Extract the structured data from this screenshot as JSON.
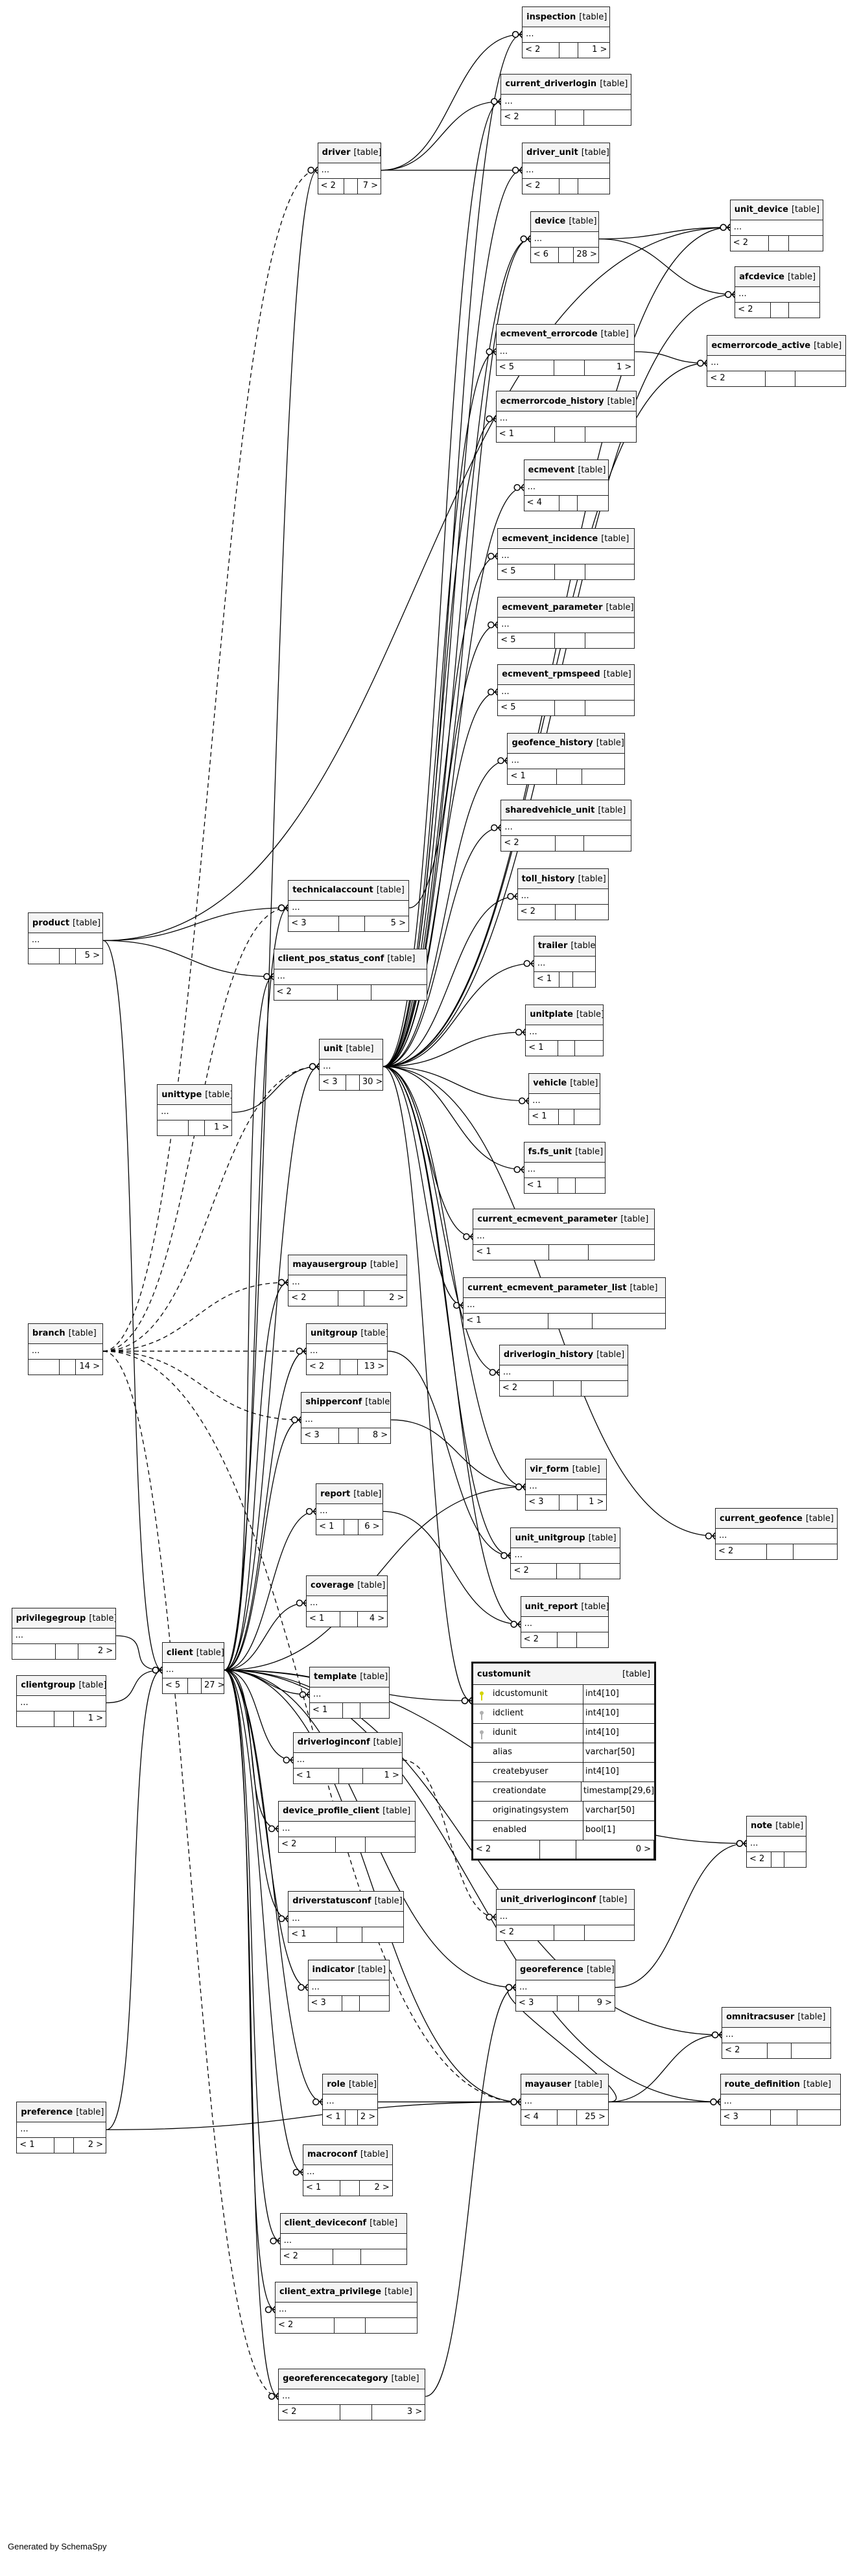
{
  "type_label": "[table]",
  "ellipsis": "...",
  "tables": [
    {
      "name": "inspection",
      "counts": [
        "< 2",
        "",
        "1 >"
      ]
    },
    {
      "name": "current_driverlogin",
      "counts": [
        "< 2",
        "",
        ""
      ]
    },
    {
      "name": "driver",
      "counts": [
        "< 2",
        "",
        "7 >"
      ]
    },
    {
      "name": "driver_unit",
      "counts": [
        "< 2",
        "",
        ""
      ]
    },
    {
      "name": "device",
      "counts": [
        "< 6",
        "",
        "28 >"
      ]
    },
    {
      "name": "unit_device",
      "counts": [
        "< 2",
        "",
        ""
      ]
    },
    {
      "name": "afcdevice",
      "counts": [
        "< 2",
        "",
        ""
      ]
    },
    {
      "name": "ecmevent_errorcode",
      "counts": [
        "< 5",
        "",
        "1 >"
      ]
    },
    {
      "name": "ecmerrorcode_active",
      "counts": [
        "< 2",
        "",
        ""
      ]
    },
    {
      "name": "ecmerrorcode_history",
      "counts": [
        "< 1",
        "",
        ""
      ]
    },
    {
      "name": "ecmevent",
      "counts": [
        "< 4",
        "",
        ""
      ]
    },
    {
      "name": "ecmevent_incidence",
      "counts": [
        "< 5",
        "",
        ""
      ]
    },
    {
      "name": "ecmevent_parameter",
      "counts": [
        "< 5",
        "",
        ""
      ]
    },
    {
      "name": "ecmevent_rpmspeed",
      "counts": [
        "< 5",
        "",
        ""
      ]
    },
    {
      "name": "geofence_history",
      "counts": [
        "< 1",
        "",
        ""
      ]
    },
    {
      "name": "sharedvehicle_unit",
      "counts": [
        "< 2",
        "",
        ""
      ]
    },
    {
      "name": "toll_history",
      "counts": [
        "< 2",
        "",
        ""
      ]
    },
    {
      "name": "technicalaccount",
      "counts": [
        "< 3",
        "",
        "5 >"
      ]
    },
    {
      "name": "product",
      "counts": [
        "",
        "",
        "5 >"
      ]
    },
    {
      "name": "client_pos_status_conf",
      "counts": [
        "< 2",
        "",
        ""
      ]
    },
    {
      "name": "trailer",
      "counts": [
        "< 1",
        "",
        ""
      ]
    },
    {
      "name": "unitplate",
      "counts": [
        "< 1",
        "",
        ""
      ]
    },
    {
      "name": "unit",
      "counts": [
        "< 3",
        "",
        "30 >"
      ]
    },
    {
      "name": "unittype",
      "counts": [
        "",
        "",
        "1 >"
      ]
    },
    {
      "name": "vehicle",
      "counts": [
        "< 1",
        "",
        ""
      ]
    },
    {
      "name": "fs.fs_unit",
      "counts": [
        "< 1",
        "",
        ""
      ]
    },
    {
      "name": "current_ecmevent_parameter",
      "counts": [
        "< 1",
        "",
        ""
      ]
    },
    {
      "name": "current_ecmevent_parameter_list",
      "counts": [
        "< 1",
        "",
        ""
      ]
    },
    {
      "name": "mayausergroup",
      "counts": [
        "< 2",
        "",
        "2 >"
      ]
    },
    {
      "name": "driverlogin_history",
      "counts": [
        "< 2",
        "",
        ""
      ]
    },
    {
      "name": "branch",
      "counts": [
        "",
        "",
        "14 >"
      ]
    },
    {
      "name": "unitgroup",
      "counts": [
        "< 2",
        "",
        "13 >"
      ]
    },
    {
      "name": "shipperconf",
      "counts": [
        "< 3",
        "",
        "8 >"
      ]
    },
    {
      "name": "vir_form",
      "counts": [
        "< 3",
        "",
        "1 >"
      ]
    },
    {
      "name": "report",
      "counts": [
        "< 1",
        "",
        "6 >"
      ]
    },
    {
      "name": "current_geofence",
      "counts": [
        "< 2",
        "",
        ""
      ]
    },
    {
      "name": "unit_unitgroup",
      "counts": [
        "< 2",
        "",
        ""
      ]
    },
    {
      "name": "coverage",
      "counts": [
        "< 1",
        "",
        "4 >"
      ]
    },
    {
      "name": "privilegegroup",
      "counts": [
        "",
        "",
        "2 >"
      ]
    },
    {
      "name": "client",
      "counts": [
        "< 5",
        "",
        "27 >"
      ]
    },
    {
      "name": "unit_report",
      "counts": [
        "< 2",
        "",
        ""
      ]
    },
    {
      "name": "template",
      "counts": [
        "< 1",
        "",
        ""
      ]
    },
    {
      "name": "clientgroup",
      "counts": [
        "",
        "",
        "1 >"
      ]
    },
    {
      "name": "driverloginconf",
      "counts": [
        "< 1",
        "",
        "1 >"
      ]
    },
    {
      "name": "device_profile_client",
      "counts": [
        "< 2",
        "",
        ""
      ]
    },
    {
      "name": "note",
      "counts": [
        "< 2",
        "",
        ""
      ]
    },
    {
      "name": "unit_driverloginconf",
      "counts": [
        "< 2",
        "",
        ""
      ]
    },
    {
      "name": "driverstatusconf",
      "counts": [
        "< 1",
        "",
        ""
      ]
    },
    {
      "name": "indicator",
      "counts": [
        "< 3",
        "",
        ""
      ]
    },
    {
      "name": "georeference",
      "counts": [
        "< 3",
        "",
        "9 >"
      ]
    },
    {
      "name": "omnitracsuser",
      "counts": [
        "< 2",
        "",
        ""
      ]
    },
    {
      "name": "role",
      "counts": [
        "< 1",
        "",
        "2 >"
      ]
    },
    {
      "name": "mayauser",
      "counts": [
        "< 4",
        "",
        "25 >"
      ]
    },
    {
      "name": "route_definition",
      "counts": [
        "< 3",
        "",
        ""
      ]
    },
    {
      "name": "preference",
      "counts": [
        "< 1",
        "",
        "2 >"
      ]
    },
    {
      "name": "macroconf",
      "counts": [
        "< 1",
        "",
        "2 >"
      ]
    },
    {
      "name": "client_deviceconf",
      "counts": [
        "< 2",
        "",
        ""
      ]
    },
    {
      "name": "client_extra_privilege",
      "counts": [
        "< 2",
        "",
        ""
      ]
    },
    {
      "name": "georeferencecategory",
      "counts": [
        "< 2",
        "",
        "3 >"
      ]
    }
  ],
  "customunit": {
    "name": "customunit",
    "columns": [
      {
        "name": "idcustomunit",
        "type": "int4[10]",
        "key": "primary"
      },
      {
        "name": "idclient",
        "type": "int4[10]",
        "key": "foreign"
      },
      {
        "name": "idunit",
        "type": "int4[10]",
        "key": "foreign"
      },
      {
        "name": "alias",
        "type": "varchar[50]",
        "key": ""
      },
      {
        "name": "createbyuser",
        "type": "int4[10]",
        "key": ""
      },
      {
        "name": "creationdate",
        "type": "timestamp[29,6]",
        "key": ""
      },
      {
        "name": "originatingsystem",
        "type": "varchar[50]",
        "key": ""
      },
      {
        "name": "enabled",
        "type": "bool[1]",
        "key": ""
      }
    ],
    "counts": [
      "< 2",
      "",
      "0 >"
    ]
  },
  "key_colors": {
    "primary": "#d4d400",
    "foreign": "#b0b0b0"
  },
  "relationships": [
    {
      "from": "driver",
      "to": "inspection"
    },
    {
      "from": "driver",
      "to": "current_driverlogin"
    },
    {
      "from": "driver",
      "to": "driver_unit"
    },
    {
      "from": "device",
      "to": "unit_device"
    },
    {
      "from": "device",
      "to": "afcdevice"
    },
    {
      "from": "ecmevent_errorcode",
      "to": "ecmerrorcode_active"
    },
    {
      "from": "unit",
      "to": "inspection"
    },
    {
      "from": "unit",
      "to": "current_driverlogin"
    },
    {
      "from": "unit",
      "to": "driver_unit"
    },
    {
      "from": "unit",
      "to": "device"
    },
    {
      "from": "unit",
      "to": "unit_device"
    },
    {
      "from": "unit",
      "to": "afcdevice"
    },
    {
      "from": "unit",
      "to": "ecmevent_errorcode"
    },
    {
      "from": "unit",
      "to": "ecmerrorcode_history"
    },
    {
      "from": "unit",
      "to": "ecmevent"
    },
    {
      "from": "unit",
      "to": "ecmevent_incidence"
    },
    {
      "from": "unit",
      "to": "ecmevent_parameter"
    },
    {
      "from": "unit",
      "to": "ecmevent_rpmspeed"
    },
    {
      "from": "unit",
      "to": "geofence_history"
    },
    {
      "from": "unit",
      "to": "sharedvehicle_unit"
    },
    {
      "from": "unit",
      "to": "toll_history"
    },
    {
      "from": "unit",
      "to": "trailer"
    },
    {
      "from": "unit",
      "to": "unitplate"
    },
    {
      "from": "unit",
      "to": "vehicle"
    },
    {
      "from": "unit",
      "to": "fs.fs_unit"
    },
    {
      "from": "unit",
      "to": "current_ecmevent_parameter"
    },
    {
      "from": "unit",
      "to": "current_ecmevent_parameter_list"
    },
    {
      "from": "unit",
      "to": "driverlogin_history"
    },
    {
      "from": "unit",
      "to": "vir_form"
    },
    {
      "from": "unit",
      "to": "unit_unitgroup"
    },
    {
      "from": "unit",
      "to": "unit_report"
    },
    {
      "from": "unit",
      "to": "customunit"
    },
    {
      "from": "unit",
      "to": "current_geofence"
    },
    {
      "from": "unit",
      "to": "ecmerrorcode_active"
    },
    {
      "from": "client",
      "to": "driver"
    },
    {
      "from": "client",
      "to": "unit"
    },
    {
      "from": "client",
      "to": "technicalaccount"
    },
    {
      "from": "client",
      "to": "client_pos_status_conf"
    },
    {
      "from": "client",
      "to": "mayausergroup"
    },
    {
      "from": "client",
      "to": "unitgroup"
    },
    {
      "from": "client",
      "to": "shipperconf"
    },
    {
      "from": "client",
      "to": "report"
    },
    {
      "from": "client",
      "to": "coverage"
    },
    {
      "from": "client",
      "to": "template"
    },
    {
      "from": "client",
      "to": "driverloginconf"
    },
    {
      "from": "client",
      "to": "device_profile_client"
    },
    {
      "from": "client",
      "to": "driverstatusconf"
    },
    {
      "from": "client",
      "to": "indicator"
    },
    {
      "from": "client",
      "to": "georeference"
    },
    {
      "from": "client",
      "to": "omnitracsuser"
    },
    {
      "from": "client",
      "to": "role"
    },
    {
      "from": "client",
      "to": "mayauser"
    },
    {
      "from": "client",
      "to": "macroconf"
    },
    {
      "from": "client",
      "to": "client_deviceconf"
    },
    {
      "from": "client",
      "to": "client_extra_privilege"
    },
    {
      "from": "client",
      "to": "georeferencecategory"
    },
    {
      "from": "client",
      "to": "customunit"
    },
    {
      "from": "client",
      "to": "route_definition"
    },
    {
      "from": "client",
      "to": "vir_form"
    },
    {
      "from": "client",
      "to": "note"
    },
    {
      "from": "product",
      "to": "technicalaccount"
    },
    {
      "from": "product",
      "to": "client_pos_status_conf"
    },
    {
      "from": "product",
      "to": "client"
    },
    {
      "from": "product",
      "to": "unit_device"
    },
    {
      "from": "branch",
      "to": "driver",
      "dashed": true
    },
    {
      "from": "branch",
      "to": "unit",
      "dashed": true
    },
    {
      "from": "branch",
      "to": "technicalaccount",
      "dashed": true
    },
    {
      "from": "branch",
      "to": "mayausergroup",
      "dashed": true
    },
    {
      "from": "branch",
      "to": "unitgroup",
      "dashed": true
    },
    {
      "from": "branch",
      "to": "shipperconf",
      "dashed": true
    },
    {
      "from": "branch",
      "to": "mayauser",
      "dashed": true
    },
    {
      "from": "branch",
      "to": "georeferencecategory",
      "dashed": true
    },
    {
      "from": "unittype",
      "to": "unit"
    },
    {
      "from": "privilegegroup",
      "to": "client"
    },
    {
      "from": "clientgroup",
      "to": "client"
    },
    {
      "from": "preference",
      "to": "client"
    },
    {
      "from": "preference",
      "to": "mayauser"
    },
    {
      "from": "unitgroup",
      "to": "unit_unitgroup"
    },
    {
      "from": "report",
      "to": "unit_report"
    },
    {
      "from": "driverloginconf",
      "to": "unit_driverloginconf",
      "dashed": true
    },
    {
      "from": "georeference",
      "to": "note"
    },
    {
      "from": "mayauser",
      "to": "omnitracsuser"
    },
    {
      "from": "mayauser",
      "to": "route_definition"
    },
    {
      "from": "mayauser",
      "to": "georeference"
    },
    {
      "from": "georeferencecategory",
      "to": "georeference"
    },
    {
      "from": "role",
      "to": "mayauser"
    },
    {
      "from": "technicalaccount",
      "to": "device"
    },
    {
      "from": "shipperconf",
      "to": "vir_form"
    }
  ],
  "footer": "Generated by SchemaSpy"
}
